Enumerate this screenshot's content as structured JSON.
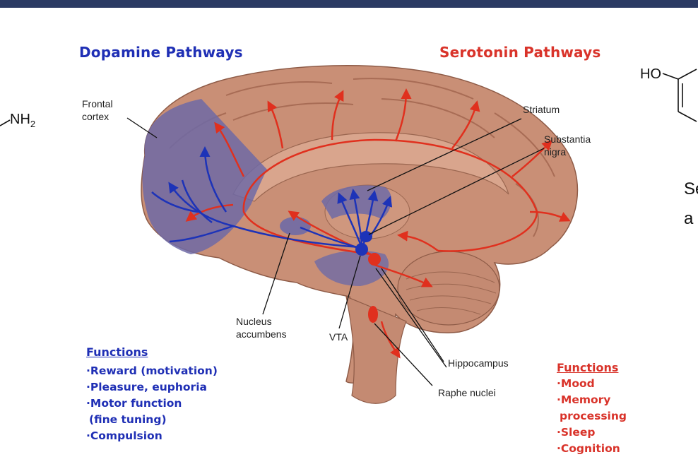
{
  "dopamine_title": "Dopamine Pathways",
  "serotonin_title": "Serotonin Pathways",
  "labels": {
    "frontal_cortex_1": "Frontal",
    "frontal_cortex_2": "cortex",
    "striatum": "Striatum",
    "substantia_nigra_1": "Substantia",
    "substantia_nigra_2": "nigra",
    "nucleus_accumbens_1": "Nucleus",
    "nucleus_accumbens_2": "accumbens",
    "vta": "VTA",
    "hippocampus": "Hippocampus",
    "raphe_nuclei": "Raphe nuclei"
  },
  "dopamine_functions": {
    "heading": "Functions",
    "items": [
      "·Reward (motivation)",
      "·Pleasure, euphoria",
      "·Motor function",
      " (fine tuning)",
      "·Compulsion"
    ]
  },
  "serotonin_functions": {
    "heading": "Functions",
    "items": [
      "·Mood",
      "·Memory",
      " processing",
      "·Sleep",
      "·Cognition"
    ]
  },
  "chemistry": {
    "left_group": "NH",
    "left_subscript": "2",
    "right_group": "HO"
  },
  "side_text": {
    "line1": "Se",
    "line2": "a"
  },
  "colors": {
    "dopamine": "#1f2fb5",
    "serotonin": "#d9332a",
    "brain": "#c98f76",
    "dopamine_region": "#6f6aa6"
  }
}
